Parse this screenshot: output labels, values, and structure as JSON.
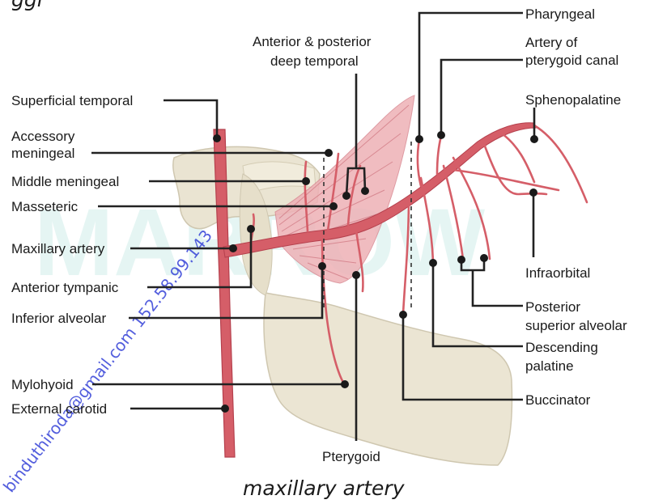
{
  "title_partial": "ggi",
  "caption": "maxillary artery",
  "watermark_big": "MARROW",
  "watermark_diag": "binduthiroda@gmail.com 152.58.99.143",
  "colors": {
    "artery": "#d55e68",
    "artery_dark": "#b5404d",
    "bone": "#e9e2cf",
    "muscle": "#eaa6ad",
    "label": "#1a1a1a"
  },
  "labels": {
    "superficial_temporal": "Superficial temporal",
    "accessory_meningeal_1": "Accessory",
    "accessory_meningeal_2": "meningeal",
    "middle_meningeal": "Middle meningeal",
    "masseteric": "Masseteric",
    "maxillary_artery": "Maxillary artery",
    "anterior_tympanic": "Anterior tympanic",
    "inferior_alveolar": "Inferior alveolar",
    "mylohyoid": "Mylohyoid",
    "external_carotid": "External carotid",
    "deep_temporal_1": "Anterior & posterior",
    "deep_temporal_2": "deep temporal",
    "pterygoid": "Pterygoid",
    "pharyngeal": "Pharyngeal",
    "pterygoid_canal_1": "Artery of",
    "pterygoid_canal_2": "pterygoid canal",
    "sphenopalatine": "Sphenopalatine",
    "infraorbital": "Infraorbital",
    "posterior_superior_alveolar_1": "Posterior",
    "posterior_superior_alveolar_2": "superior alveolar",
    "descending_palatine_1": "Descending",
    "descending_palatine_2": "palatine",
    "buccinator": "Buccinator"
  }
}
